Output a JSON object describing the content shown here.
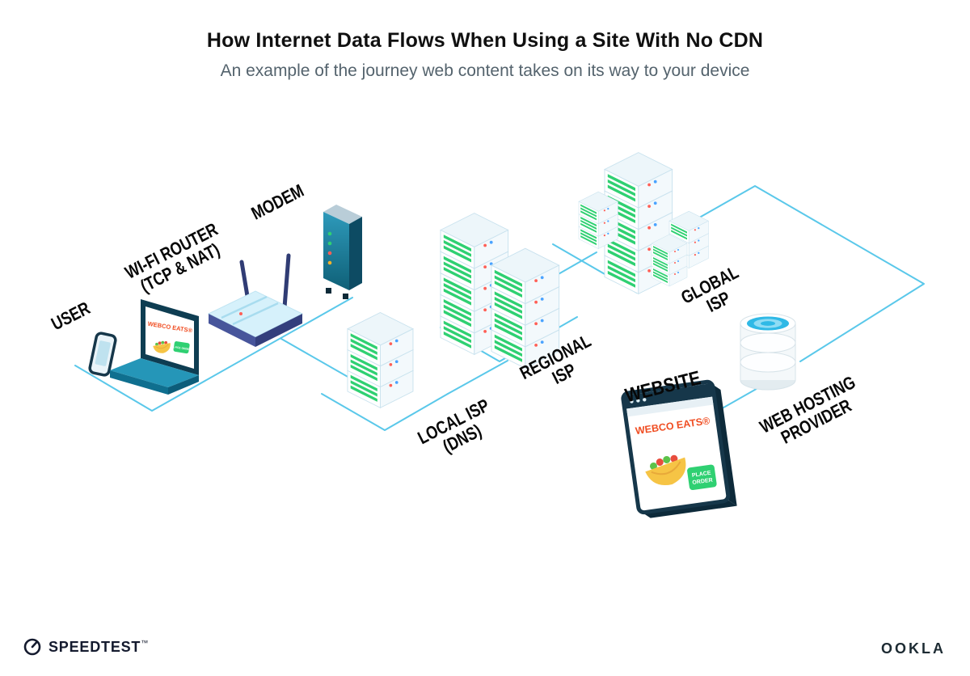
{
  "header": {
    "title": "How Internet Data Flows When Using a Site With No CDN",
    "subtitle": "An example of the journey web content takes on its way to your device"
  },
  "nodes": {
    "user": {
      "line1": "USER"
    },
    "wifi_router": {
      "line1": "WI-FI ROUTER",
      "line2": "(TCP & NAT)"
    },
    "modem": {
      "line1": "MODEM"
    },
    "local_isp": {
      "line1": "LOCAL ISP",
      "line2": "(DNS)"
    },
    "regional_isp": {
      "line1": "REGIONAL",
      "line2": "ISP"
    },
    "global_isp": {
      "line1": "GLOBAL",
      "line2": "ISP"
    },
    "website": {
      "line1": "WEBSITE"
    },
    "web_hosting": {
      "line1": "WEB HOSTING",
      "line2": "PROVIDER"
    }
  },
  "laptop_screen": {
    "brand": "WEBCO EATS®",
    "cta": "PLACE ORDER"
  },
  "website_screen": {
    "brand": "WEBCO EATS®",
    "cta_line1": "PLACE",
    "cta_line2": "ORDER"
  },
  "footer": {
    "speedtest": "SPEEDTEST",
    "trademark": "™",
    "ookla": "OOKLA"
  },
  "colors": {
    "line": "#5AC8EA",
    "green": "#2FD072",
    "navy": "#16374A",
    "orange": "#F04E23",
    "cyan": "#2FB9E6",
    "subtitle": "#54636D"
  }
}
